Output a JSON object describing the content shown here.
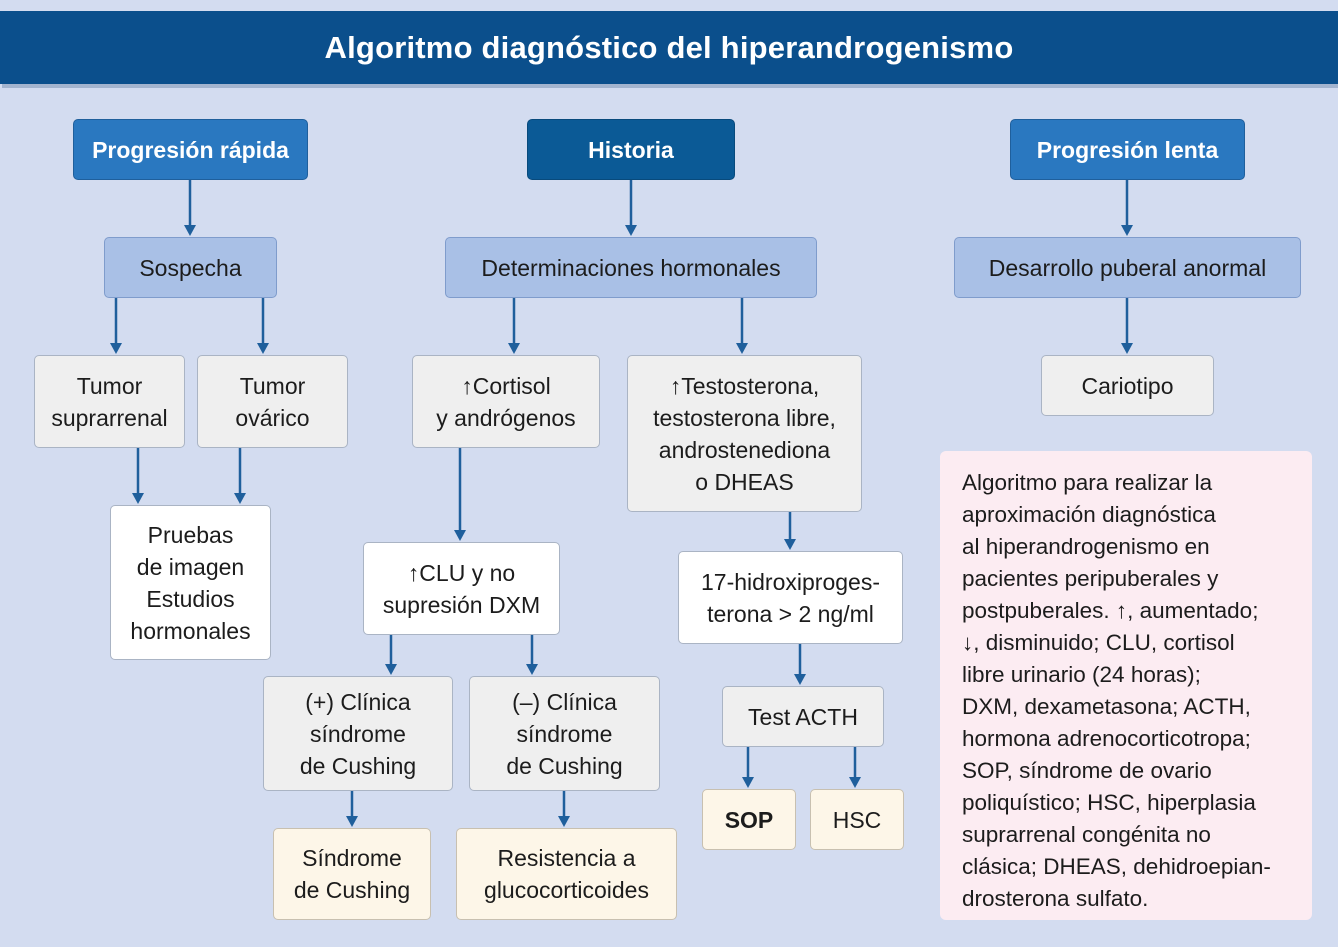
{
  "title": "Algoritmo diagnóstico del hiperandrogenismo",
  "colors": {
    "background": "#d3dcf0",
    "header": "#0b4f8c",
    "top_box": "#2a78c0",
    "top_box_dark": "#0b5a96",
    "level2_box": "#a9c0e6",
    "grey_box": "#efefef",
    "result_box": "#fdf6e8",
    "note_box": "#fcecf2",
    "arrow": "#1f5f9c"
  },
  "nodes": {
    "progresion_rapida": "Progresión rápida",
    "historia": "Historia",
    "progresion_lenta": "Progresión lenta",
    "sospecha": "Sospecha",
    "determinaciones": "Determinaciones hormonales",
    "desarrollo_puberal": "Desarrollo puberal anormal",
    "tumor_suprarrenal": "Tumor\nsuprarrenal",
    "tumor_ovarico": "Tumor\novárico",
    "cortisol": "↑Cortisol\ny andrógenos",
    "testosterona": "↑Testosterona,\ntestosterona libre,\nandrostenediona\no DHEAS",
    "cariotipo": "Cariotipo",
    "pruebas_imagen": "Pruebas\nde imagen\nEstudios\nhormonales",
    "clu": "↑CLU y no\nsupresión DXM",
    "hidroxi": "17-hidroxiproges-\nterona > 2 ng/ml",
    "clinica_pos": "(+) Clínica\nsíndrome\nde Cushing",
    "clinica_neg": "(–) Clínica\nsíndrome\nde Cushing",
    "test_acth": "Test ACTH",
    "sop": "SOP",
    "hsc": "HSC",
    "sindrome_cushing": "Síndrome\nde Cushing",
    "resistencia": "Resistencia a\nglucocorticoides"
  },
  "note": "Algoritmo para realizar la\naproximación diagnóstica\nal hiperandrogenismo en\npacientes peripuberales y\npostpuberales. ↑, aumentado;\n↓, disminuido; CLU, cortisol\nlibre urinario (24 horas);\nDXM, dexametasona; ACTH,\nhormona adrenocorticotropa;\nSOP, síndrome de ovario\npoliquístico; HSC, hiperplasia\nsuprarrenal congénita no\nclásica; DHEAS, dehidroepian-\ndrosterona sulfato."
}
